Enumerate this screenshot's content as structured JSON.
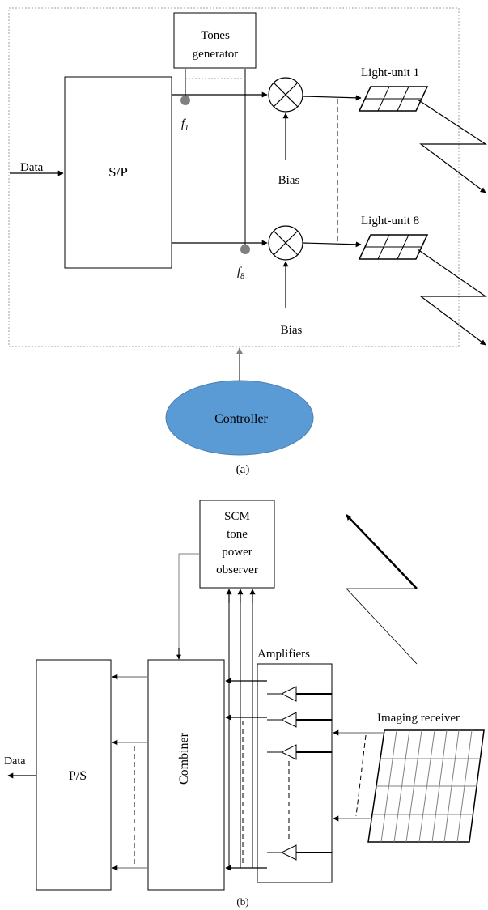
{
  "panel_a": {
    "tones_generator_line1": "Tones",
    "tones_generator_line2": "generator",
    "sp_label": "S/P",
    "data_label": "Data",
    "f1_label": "f",
    "f1_sub": "1",
    "f8_label": "f",
    "f8_sub": "8",
    "bias_top": "Bias",
    "bias_bottom": "Bias",
    "light_unit_1": "Light-unit 1",
    "light_unit_8": "Light-unit 8",
    "controller_label": "Controller",
    "caption": "(a)"
  },
  "panel_b": {
    "scm_line1": "SCM",
    "scm_line2": "tone",
    "scm_line3": "power",
    "scm_line4": "observer",
    "amplifiers_label": "Amplifiers",
    "combiner_label": "Combiner",
    "ps_label": "P/S",
    "data_label": "Data",
    "imaging_receiver_label": "Imaging receiver",
    "caption": "(b)"
  },
  "colors": {
    "controller_fill": "#5b9bd5",
    "connector_gray": "#808080",
    "frame_dotted": "#a0a0a0"
  }
}
